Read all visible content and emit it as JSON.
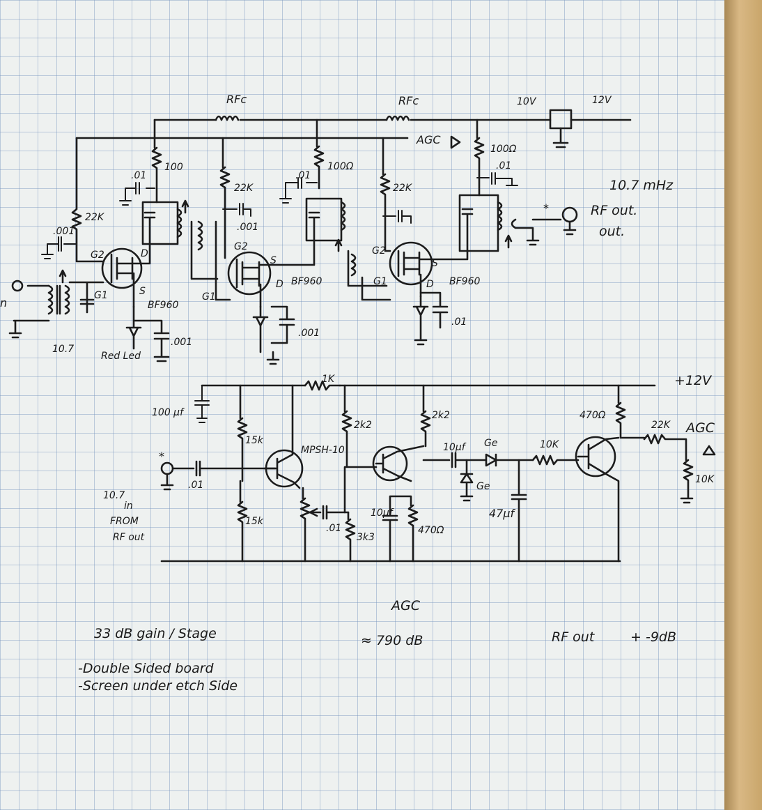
{
  "rf_amp": {
    "rfc_1": "RFc",
    "rfc_2": "RFc",
    "v10": "10V",
    "v12": "12V",
    "agc_in": "AGC",
    "stage1": {
      "r_drain": "100",
      "cap_bypass": ".01",
      "r_bias": "22K",
      "cap_input": ".001",
      "g2": "G2",
      "g1": "G1",
      "d": "D",
      "s": "S",
      "fet": "BF960",
      "led": "Red Led",
      "cap_source": ".001",
      "freq_in": "10.7",
      "input_label": "n"
    },
    "stage2": {
      "r_drain": "100Ω",
      "cap_bypass": ".01",
      "r_bias": "22K",
      "cap_g2": ".001",
      "g2": "G2",
      "g1": "G1",
      "d": "D",
      "s": "S",
      "fet": "BF960",
      "cap_source": ".001"
    },
    "stage3": {
      "r_bias": "22K",
      "r_drain": "100Ω",
      "cap_bypass": ".01",
      "g2": "G2",
      "g1": "G1",
      "d": "D",
      "s": "S",
      "fet": "BF960",
      "cap_source": ".01"
    },
    "output": {
      "freq": "10.7 mHz",
      "rf_out": "RF out.",
      "out": "out.",
      "star": "*"
    }
  },
  "agc_circuit": {
    "supply": "+12V",
    "r_1k": "1K",
    "cap_100": "100 µf",
    "r_15k_top": "15k",
    "r_15k_bot": "15k",
    "q1": "MPSH-10",
    "cap_in": ".01",
    "cap_emit": ".01",
    "r_2k2_a": "2k2",
    "r_2k2_b": "2k2",
    "r_3k3": "3k3",
    "cap_10uf": "10µf",
    "r_470_a": "470Ω",
    "cap_10uf_b": "10µf",
    "diode_1": "Ge",
    "diode_2": "Ge",
    "r_10k": "10K",
    "cap_47": "47µf",
    "r_470_b": "470Ω",
    "r_22k": "22K",
    "agc_out": "AGC",
    "r_10k_out": "10K",
    "in_star": "*",
    "in_desc_1": "10.7",
    "in_desc_2": "in",
    "in_desc_3": "FROM",
    "in_desc_4": "RF out"
  },
  "notes": {
    "agc_title": "AGC",
    "gain": "33 dB gain / Stage",
    "agc_range": "≈ 790 dB",
    "rf_out": "RF out",
    "rf_out_val": "+ -9dB",
    "note_1": "-Double   Sided board",
    "note_2": "-Screen   under   etch Side"
  }
}
